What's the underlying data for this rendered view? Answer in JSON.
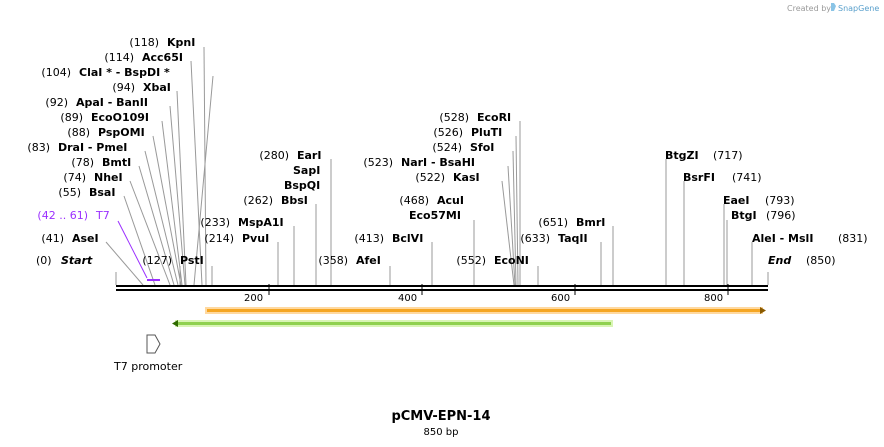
{
  "credit": {
    "text": "Created by",
    "brand": "SnapGene"
  },
  "plasmid": {
    "name": "pCMV-EPN-14",
    "size_label": "850 bp",
    "length": 850
  },
  "ends": {
    "start_pos": "(0)",
    "start_label": "Start",
    "end_pos": "(850)",
    "end_label": "End"
  },
  "ruler": {
    "ticks": [
      "200",
      "400",
      "600",
      "800"
    ]
  },
  "sites": [
    {
      "pos": "(118)",
      "name": "KpnI"
    },
    {
      "pos": "(114)",
      "name": "Acc65I"
    },
    {
      "pos": "(104)",
      "name": "ClaI * - BspDI *"
    },
    {
      "pos": "(94)",
      "name": "XbaI"
    },
    {
      "pos": "(92)",
      "name": "ApaI  - BanII"
    },
    {
      "pos": "(89)",
      "name": "EcoO109I"
    },
    {
      "pos": "(88)",
      "name": "PspOMI"
    },
    {
      "pos": "(83)",
      "name": "DraI  - PmeI"
    },
    {
      "pos": "(78)",
      "name": "BmtI"
    },
    {
      "pos": "(74)",
      "name": "NheI"
    },
    {
      "pos": "(55)",
      "name": "BsaI"
    },
    {
      "pos": "(41)",
      "name": "AseI"
    },
    {
      "pos": "(127)",
      "name": "PstI"
    },
    {
      "pos": "(233)",
      "name": "MspA1I"
    },
    {
      "pos": "(214)",
      "name": "PvuI"
    },
    {
      "pos": "(280)",
      "name": "EarI"
    },
    {
      "pos": "",
      "name": "SapI"
    },
    {
      "pos": "",
      "name": "BspQI"
    },
    {
      "pos": "(262)",
      "name": "BbsI"
    },
    {
      "pos": "(358)",
      "name": "AfeI"
    },
    {
      "pos": "(413)",
      "name": "BclVI"
    },
    {
      "pos": "(468)",
      "name": "AcuI"
    },
    {
      "pos": "",
      "name": "Eco57MI"
    },
    {
      "pos": "(528)",
      "name": "EcoRI"
    },
    {
      "pos": "(526)",
      "name": "PluTI"
    },
    {
      "pos": "(524)",
      "name": "SfoI"
    },
    {
      "pos": "(523)",
      "name": "NarI  - BsaHI"
    },
    {
      "pos": "(522)",
      "name": "KasI"
    },
    {
      "pos": "(552)",
      "name": "EcoNI"
    },
    {
      "pos": "(651)",
      "name": "BmrI"
    },
    {
      "pos": "(633)",
      "name": "TaqII"
    },
    {
      "pos": "(717)",
      "name": "BtgZI"
    },
    {
      "pos": "(741)",
      "name": "BsrFI"
    },
    {
      "pos": "(793)",
      "name": "EaeI"
    },
    {
      "pos": "(796)",
      "name": "BtgI"
    },
    {
      "pos": "(831)",
      "name": "AleI  - MslI"
    }
  ],
  "primer": {
    "range": "(42 .. 61)",
    "name": "T7",
    "color": "#9b30ff"
  },
  "features": [
    {
      "name": "orange-arrow",
      "start": 118,
      "end": 850,
      "direction": "forward",
      "color": "#f5a623"
    },
    {
      "name": "green-arrow",
      "start": 75,
      "end": 648,
      "direction": "reverse",
      "color": "#8fd14f"
    }
  ],
  "t7_promoter": {
    "label": "T7 promoter"
  },
  "colors": {
    "backbone": "#000000",
    "guide_line": "#999999"
  }
}
